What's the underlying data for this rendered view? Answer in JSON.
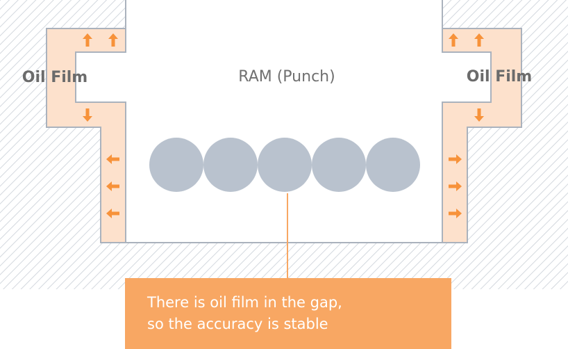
{
  "labels": {
    "ram": "RAM (Punch)",
    "oil_film_left": "Oil Film",
    "oil_film_right": "Oil Film"
  },
  "callout": {
    "line1": "There is oil film in the gap,",
    "line2": "so the accuracy is stable"
  },
  "balls": {
    "count": 5
  },
  "colors": {
    "oil_film": "#fde1cc",
    "arrow": "#f7923a",
    "ball": "#b9c2ce",
    "callout": "#f8a763",
    "outline": "#aab2bd",
    "hatch": "#d3d8de",
    "label": "#6b6b6b",
    "ram_text": "#707070"
  }
}
